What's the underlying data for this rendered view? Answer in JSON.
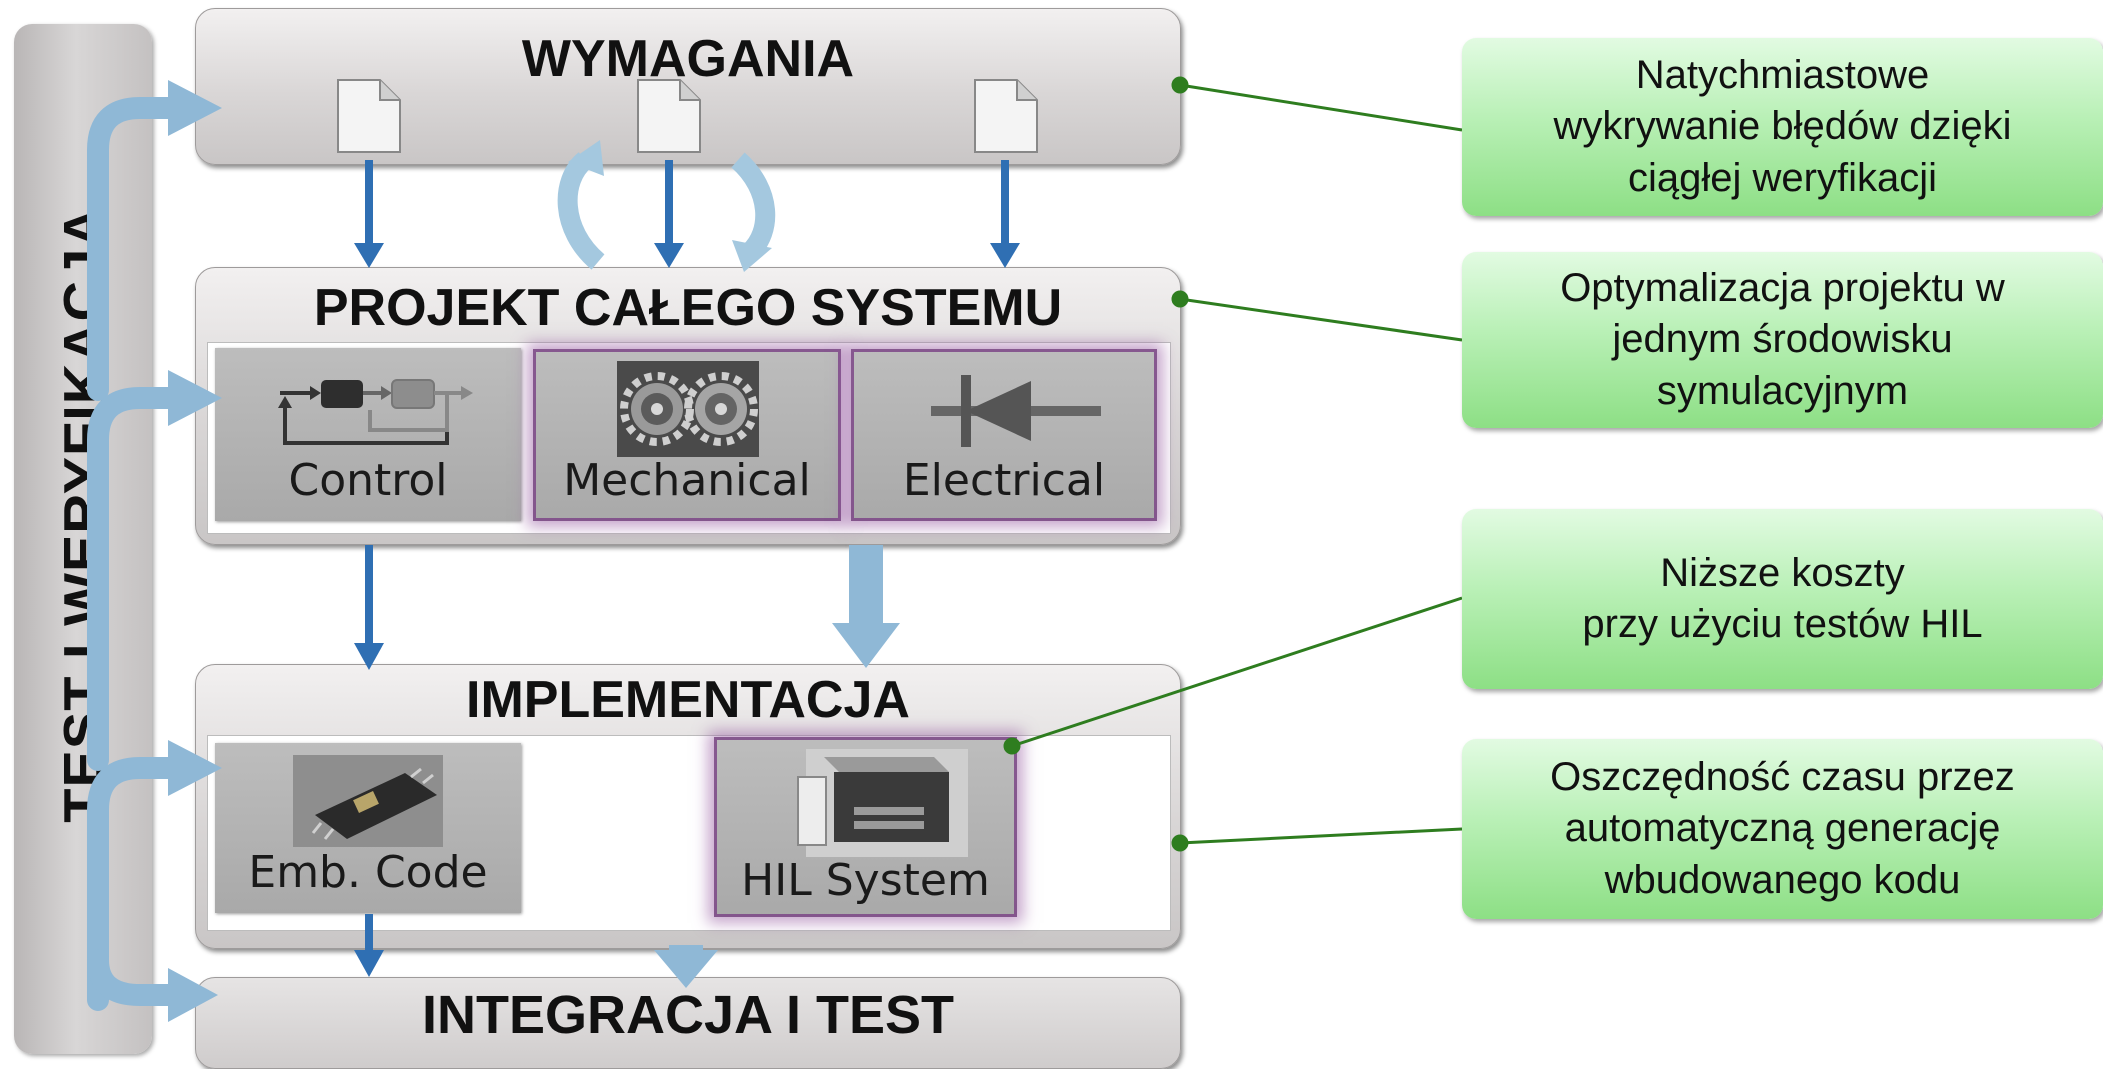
{
  "left_bar": {
    "label": "TEST I WERYFIKACJA"
  },
  "stages": {
    "requirements": {
      "title": "WYMAGANIA"
    },
    "system_design": {
      "title": "PROJEKT CAŁEGO SYSTEMU"
    },
    "implementation": {
      "title": "IMPLEMENTACJA"
    },
    "integration": {
      "title": "INTEGRACJA I TEST"
    }
  },
  "tiles": {
    "control": "Control",
    "mechanical": "Mechanical",
    "electrical": "Electrical",
    "embedded_code": "Emb. Code",
    "hil_system": "HIL System"
  },
  "callouts": [
    {
      "text": "Natychmiastowe\nwykrywanie błędów dzięki\nciągłej weryfikacji"
    },
    {
      "text": "Optymalizacja projektu w\njednym środowisku\nsymulacyjnym"
    },
    {
      "text": "Niższe koszty\nprzy użyciu testów HIL"
    },
    {
      "text": "Oszczędność czasu przez\nautomatyczną generację\nwbudowanego kodu"
    }
  ],
  "colors": {
    "arrow_dark": "#2f6fb3",
    "arrow_light": "#9dc3dc",
    "connector": "#2e7d1f",
    "callout_green": "#a8ea9f",
    "highlight": "#8a4f95"
  }
}
